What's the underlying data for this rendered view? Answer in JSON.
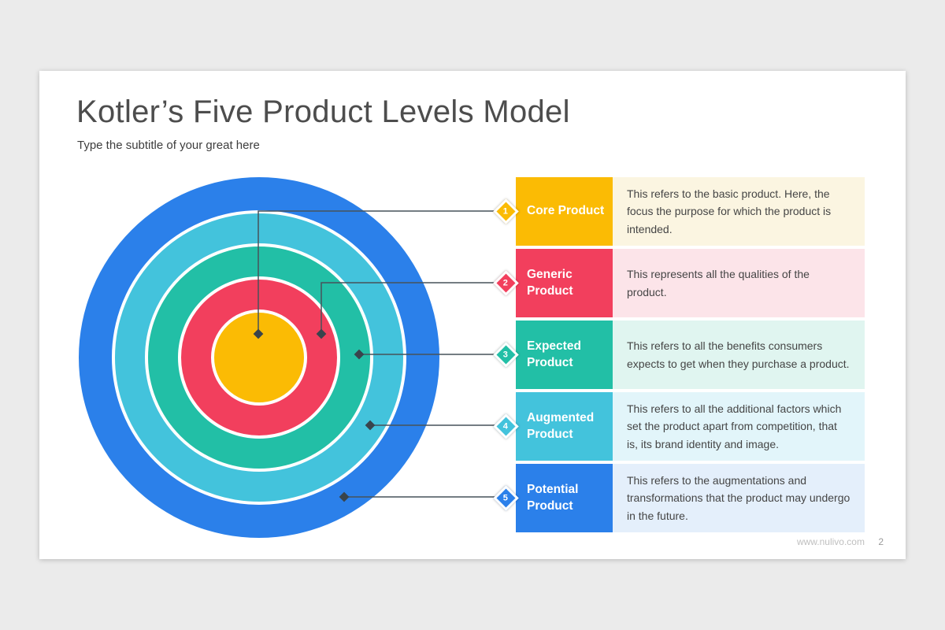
{
  "slide": {
    "title": "Kotler’s Five Product Levels Model",
    "subtitle": "Type the subtitle of your great here",
    "footer": {
      "website": "www.nulivo.com",
      "page_number": "2"
    }
  },
  "diagram": {
    "type": "concentric-circles",
    "ring_order_outer_to_inner": [
      "Potential Product",
      "Augmented Product",
      "Expected Product",
      "Generic Product",
      "Core Product"
    ]
  },
  "levels": [
    {
      "number": "1",
      "label": "Core Product",
      "color": "#FBBB04",
      "desc_bg": "#FBF5E1",
      "description": "This refers to the basic product. Here, the focus the purpose for which the product is intended."
    },
    {
      "number": "2",
      "label": "Generic Product",
      "color": "#F23F5D",
      "desc_bg": "#FCE4E9",
      "description": "This represents all the qualities of the product."
    },
    {
      "number": "3",
      "label": "Expected Product",
      "color": "#22BFA6",
      "desc_bg": "#E0F5F0",
      "description": "This refers to all the benefits consumers expects to get when they purchase a product."
    },
    {
      "number": "4",
      "label": "Augmented Product",
      "color": "#43C3DC",
      "desc_bg": "#E2F5FA",
      "description": "This refers to all the additional factors which set the product apart from competition, that is, its brand identity and image."
    },
    {
      "number": "5",
      "label": "Potential Product",
      "color": "#2B80EA",
      "desc_bg": "#E4EFFB",
      "description": "This refers to the augmentations and transformations that the product may undergo in the future."
    }
  ],
  "connector_color": "#47525A",
  "connector_dot_color": "#39444C"
}
